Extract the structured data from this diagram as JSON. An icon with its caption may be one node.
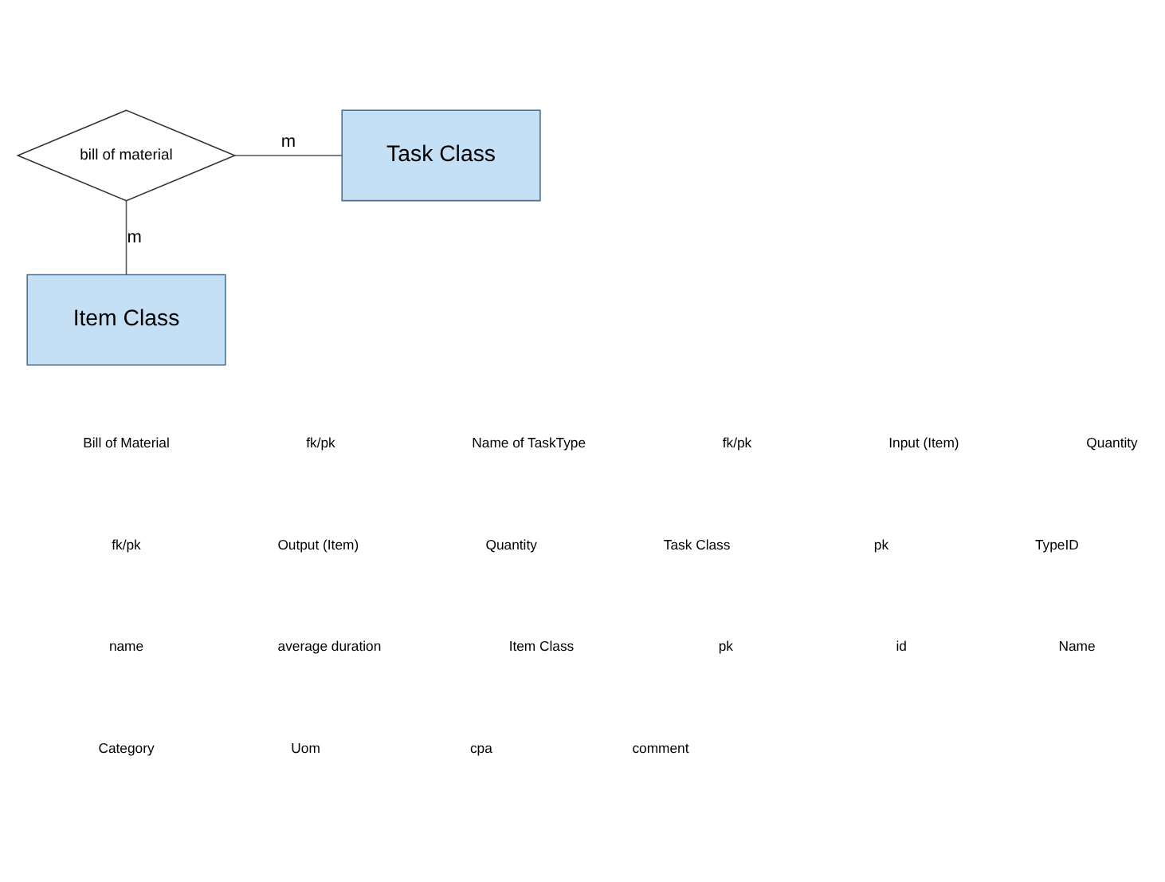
{
  "diagram": {
    "nodes": [
      {
        "text": [
          "bill of material"
        ]
      },
      {
        "text": [
          "Task Class"
        ]
      },
      {
        "text": [
          "Item Class"
        ]
      }
    ],
    "edges": [
      {
        "from": 0,
        "to": 1,
        "arrow": "none",
        "label": "m"
      },
      {
        "from": 0,
        "to": 2,
        "arrow": "none",
        "label": "m"
      }
    ],
    "labels": [
      "Bill of Material",
      "fk/pk",
      "Name of TaskType",
      "fk/pk",
      "Input (Item)",
      "Quantity",
      "fk/pk",
      "Output (Item)",
      "Quantity",
      "Task Class",
      "pk",
      "TypeID",
      "name",
      "average duration",
      "Item Class",
      "pk",
      "id",
      "Name",
      "Category",
      "Uom",
      "cpa",
      "comment"
    ]
  }
}
